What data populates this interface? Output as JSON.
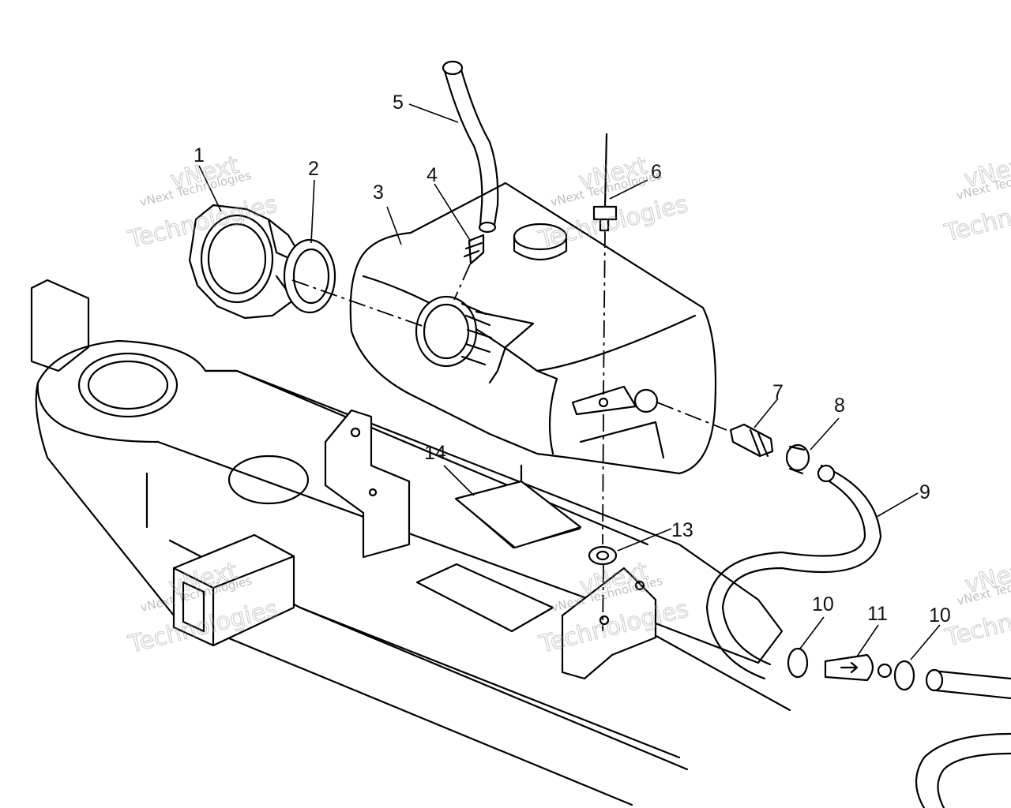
{
  "callouts": [
    {
      "id": "1",
      "label": "1"
    },
    {
      "id": "2",
      "label": "2"
    },
    {
      "id": "3",
      "label": "3"
    },
    {
      "id": "4",
      "label": "4"
    },
    {
      "id": "5",
      "label": "5"
    },
    {
      "id": "6",
      "label": "6"
    },
    {
      "id": "7",
      "label": "7"
    },
    {
      "id": "8",
      "label": "8"
    },
    {
      "id": "9",
      "label": "9"
    },
    {
      "id": "10a",
      "label": "10"
    },
    {
      "id": "11",
      "label": "11"
    },
    {
      "id": "10b",
      "label": "10"
    },
    {
      "id": "13",
      "label": "13"
    },
    {
      "id": "14",
      "label": "14"
    }
  ],
  "watermark": {
    "line1": "vNext Technologies",
    "line2": "vNext",
    "line3": "Technologies"
  }
}
